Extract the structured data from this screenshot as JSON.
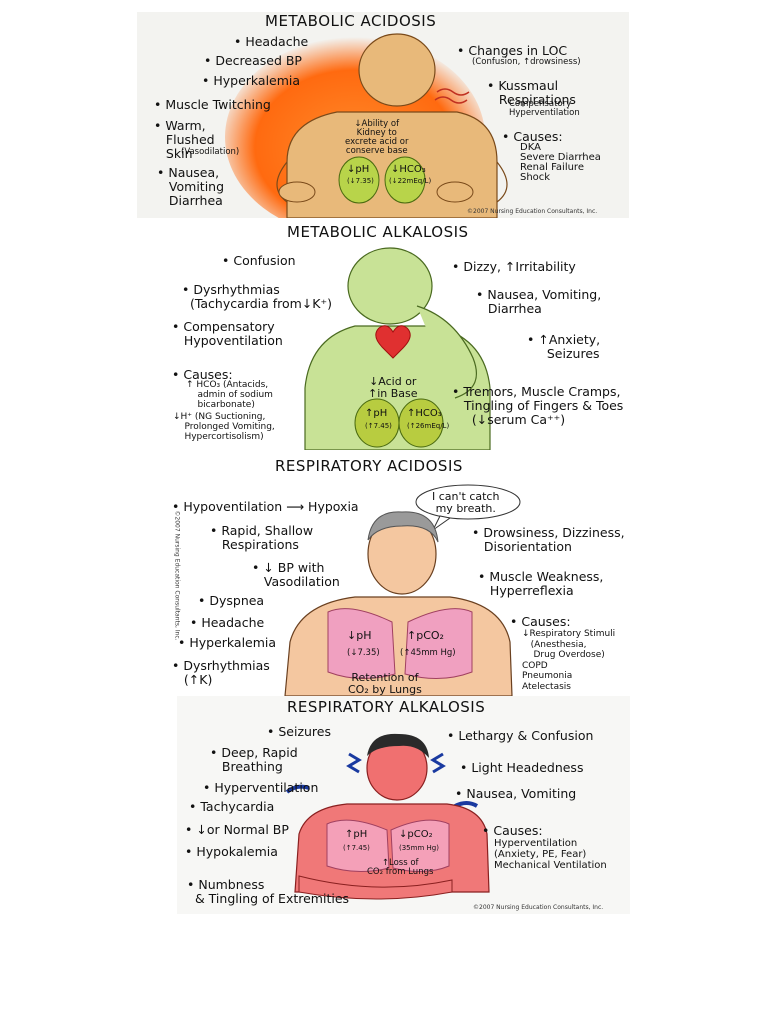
{
  "metabolic_acidosis": {
    "title": "METABOLIC ACIDOSIS",
    "left": [
      "• Headache",
      "• Decreased BP",
      "• Hyperkalemia",
      "• Muscle Twitching"
    ],
    "warm": "• Warm,\n   Flushed\n   Skin",
    "vaso": "(Vasodilation)",
    "nausea": "• Nausea,\n   Vomiting\n   Diarrhea",
    "loc": "• Changes in LOC",
    "loc_sub": "(Confusion, ↑drowsiness)",
    "kussmaul": "• Kussmaul\n   Respirations",
    "comp": "Compensatory\nHyperventilation",
    "causes_label": "• Causes:",
    "causes": "DKA\nSevere Diarrhea\nRenal Failure\nShock",
    "center": "↓Ability of\nKidney to\nexcrete acid or\nconserve base",
    "ph": "↓pH",
    "ph_val": "(↓7.35)",
    "hco3": "↓HCO₃",
    "hco3_val": "(↓22mEq/L)",
    "credit": "©2007 Nursing Education Consultants, Inc."
  },
  "metabolic_alkalosis": {
    "title": "METABOLIC ALKALOSIS",
    "confusion": "• Confusion",
    "dys": "• Dysrhythmias\n  (Tachycardia from↓K⁺)",
    "comp": "• Compensatory\n   Hypoventilation",
    "causes_label": "• Causes:",
    "cause1": "↑ HCO₃ (Antacids,\n    admin of sodium\n    bicarbonate)",
    "cause2": "↓H⁺ (NG Suctioning,\n    Prolonged Vomiting,\n    Hypercortisolism)",
    "dizzy": "• Dizzy, ↑Irritability",
    "nausea": "• Nausea, Vomiting,\n   Diarrhea",
    "anxiety": "• ↑Anxiety,\n     Seizures",
    "tremors": "• Tremors, Muscle Cramps,\n   Tingling of Fingers & Toes\n     (↓serum Ca⁺⁺)",
    "center": "↓Acid or\n↑in Base",
    "ph": "↑pH",
    "ph_val": "(↑7.45)",
    "hco3": "↑HCO₃",
    "hco3_val": "(↑26mEq/L)"
  },
  "respiratory_acidosis": {
    "title": "RESPIRATORY ACIDOSIS",
    "bubble": "I can't catch\nmy breath.",
    "hypovent": "• Hypoventilation ⟶ Hypoxia",
    "rapid": "• Rapid, Shallow\n   Respirations",
    "bp": "• ↓ BP with\n   Vasodilation",
    "dyspnea": "• Dyspnea",
    "headache": "• Headache",
    "hyperk": "• Hyperkalemia",
    "dys": "• Dysrhythmias\n   (↑K)",
    "drowsy": "• Drowsiness, Dizziness,\n   Disorientation",
    "weak": "• Muscle Weakness,\n   Hyperreflexia",
    "causes_label": "• Causes:",
    "causes": "↓Respiratory Stimuli\n   (Anesthesia,\n    Drug Overdose)\nCOPD\nPneumonia\nAtelectasis",
    "ph": "↓pH",
    "ph_val": "(↓7.35)",
    "pco2": "↑pCO₂",
    "pco2_val": "(↑45mm Hg)",
    "retention": "Retention of\nCO₂ by Lungs",
    "credit": "©2007 Nursing Education Consultants, Inc."
  },
  "respiratory_alkalosis": {
    "title": "RESPIRATORY ALKALOSIS",
    "seizures": "• Seizures",
    "deep": "• Deep, Rapid\n   Breathing",
    "hyperv": "• Hyperventilation",
    "tachy": "• Tachycardia",
    "bp": "• ↓or Normal BP",
    "hypok": "• Hypokalemia",
    "numb": "• Numbness\n  & Tingling of Extremities",
    "lethargy": "• Lethargy & Confusion",
    "light": "• Light Headedness",
    "nausea": "• Nausea, Vomiting",
    "causes_label": "• Causes:",
    "causes": "Hyperventilation\n(Anxiety, PE, Fear)\nMechanical Ventilation",
    "ph": "↑pH",
    "ph_val": "(↑7.45)",
    "pco2": "↓pCO₂",
    "pco2_val": "(35mm Hg)",
    "loss": "↑Loss of\nCO₂ from Lungs",
    "credit": "©2007 Nursing Education Consultants, Inc."
  }
}
